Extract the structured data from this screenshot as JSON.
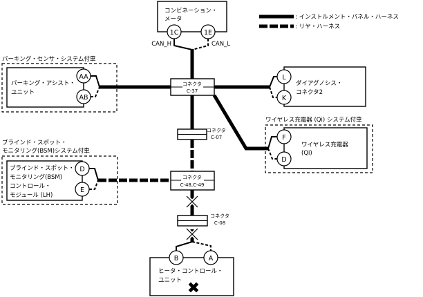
{
  "legend": {
    "solid_label": ": インストルメント・パネル・ハーネス",
    "dashed_label": ": リヤ・ハーネス"
  },
  "combination_meter": {
    "name_line1": "コンビネーション・",
    "name_line2": "メータ",
    "pin_left": "1C",
    "pin_right": "1E",
    "signal_left": "CAN_H",
    "signal_right": "CAN_L"
  },
  "parking_sensor": {
    "group_label": "パーキング・センサ・システム付車",
    "name_line1": "パーキング・アシスト・",
    "name_line2": "ユニット",
    "pin_top": "AA",
    "pin_bottom": "AB"
  },
  "connector_c37": {
    "line1": "コネクタ",
    "line2": "C-37"
  },
  "diag_connector": {
    "name_line1": "ダイアグノシス・",
    "name_line2": "コネクタ2",
    "pin_top": "L",
    "pin_bottom": "K"
  },
  "connector_c07": {
    "line1": "コネクタ",
    "line2": "C-07"
  },
  "wireless_charger": {
    "group_label": "ワイヤレス充電器 (Qi) システム付車",
    "name_line1": "ワイヤレス充電器",
    "name_line2": "(Qi)",
    "pin_top": "F",
    "pin_bottom": "D"
  },
  "bsm": {
    "group_label_line1": "ブラインド・スポット・",
    "group_label_line2": "モニタリング(BSM)システム付車",
    "name_line1": "ブラインド・スポット・",
    "name_line2": "モニタリング(BSM)",
    "name_line3": "コントロール・",
    "name_line4": "モジュール (LH)",
    "pin_top": "D",
    "pin_bottom": "E"
  },
  "connector_c48": {
    "line1": "コネクタ",
    "line2": "C-48,C-49"
  },
  "connector_c08": {
    "line1": "コネクタ",
    "line2": "C-08"
  },
  "heater_control": {
    "name_line1": "ヒータ・コントロール・",
    "name_line2": "ユニット",
    "pin_left": "B",
    "pin_right": "A",
    "fault_mark": "✖"
  }
}
